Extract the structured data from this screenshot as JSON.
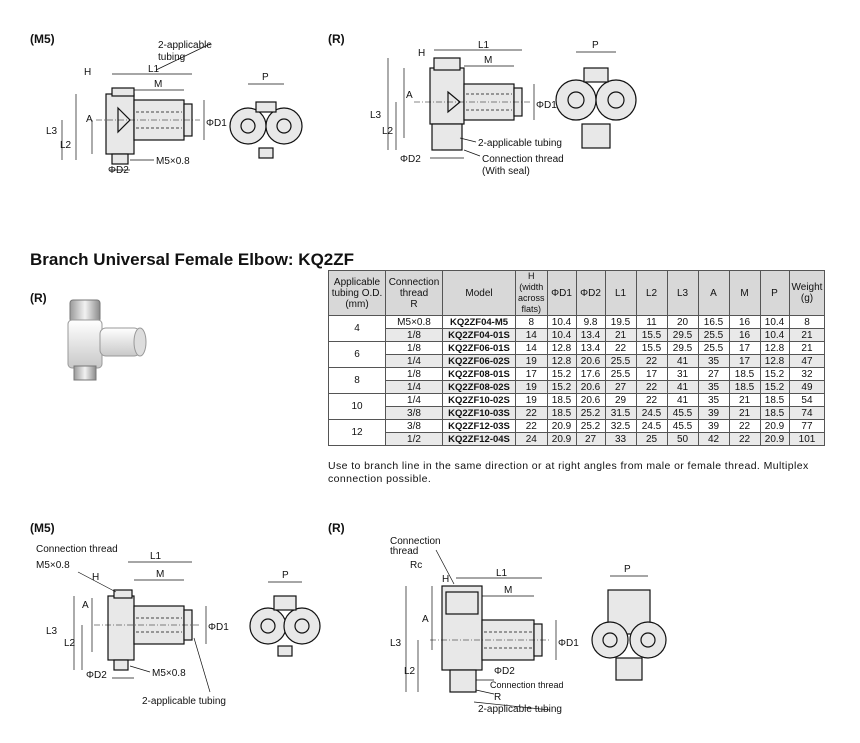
{
  "drawing_top_m5": {
    "tag": "(M5)",
    "labels": {
      "applicable": "2-applicable",
      "tubing": "tubing",
      "H": "H",
      "L1": "L1",
      "M": "M",
      "A": "A",
      "L3": "L3",
      "L2": "L2",
      "D1": "ΦD1",
      "D2": "ΦD2",
      "thread": "M5×0.8",
      "P": "P"
    }
  },
  "drawing_top_r": {
    "tag": "(R)",
    "labels": {
      "H": "H",
      "L1": "L1",
      "M": "M",
      "A": "A",
      "L3": "L3",
      "L2": "L2",
      "D1": "ΦD1",
      "D2": "ΦD2",
      "tubing": "2-applicable tubing",
      "conn": "Connection thread",
      "seal": "(With seal)",
      "P": "P"
    }
  },
  "section": {
    "title": "Branch Universal Female Elbow: KQ2ZF",
    "photo_tag": "(R)"
  },
  "table": {
    "headers": {
      "tubing": [
        "Applicable",
        "tubing O.D.",
        "(mm)"
      ],
      "thread": [
        "Connection",
        "thread",
        "R"
      ],
      "model": "Model",
      "h": [
        "H",
        "(width",
        "across",
        "flats)"
      ],
      "d1": "ΦD1",
      "d2": "ΦD2",
      "l1": "L1",
      "l2": "L2",
      "l3": "L3",
      "a": "A",
      "m": "M",
      "p": "P",
      "weight": [
        "Weight",
        "(g)"
      ]
    },
    "groups": [
      {
        "tubing": "4",
        "rows": [
          [
            "M5×0.8",
            "KQ2ZF04-M5",
            "8",
            "10.4",
            "9.8",
            "19.5",
            "11",
            "20",
            "16.5",
            "16",
            "10.4",
            "8"
          ],
          [
            "1/8",
            "KQ2ZF04-01S",
            "14",
            "10.4",
            "13.4",
            "21",
            "15.5",
            "29.5",
            "25.5",
            "16",
            "10.4",
            "21"
          ]
        ]
      },
      {
        "tubing": "6",
        "rows": [
          [
            "1/8",
            "KQ2ZF06-01S",
            "14",
            "12.8",
            "13.4",
            "22",
            "15.5",
            "29.5",
            "25.5",
            "17",
            "12.8",
            "21"
          ],
          [
            "1/4",
            "KQ2ZF06-02S",
            "19",
            "12.8",
            "20.6",
            "25.5",
            "22",
            "41",
            "35",
            "17",
            "12.8",
            "47"
          ]
        ]
      },
      {
        "tubing": "8",
        "rows": [
          [
            "1/8",
            "KQ2ZF08-01S",
            "17",
            "15.2",
            "17.6",
            "25.5",
            "17",
            "31",
            "27",
            "18.5",
            "15.2",
            "32"
          ],
          [
            "1/4",
            "KQ2ZF08-02S",
            "19",
            "15.2",
            "20.6",
            "27",
            "22",
            "41",
            "35",
            "18.5",
            "15.2",
            "49"
          ]
        ]
      },
      {
        "tubing": "10",
        "rows": [
          [
            "1/4",
            "KQ2ZF10-02S",
            "19",
            "18.5",
            "20.6",
            "29",
            "22",
            "41",
            "35",
            "21",
            "18.5",
            "54"
          ],
          [
            "3/8",
            "KQ2ZF10-03S",
            "22",
            "18.5",
            "25.2",
            "31.5",
            "24.5",
            "45.5",
            "39",
            "21",
            "18.5",
            "74"
          ]
        ]
      },
      {
        "tubing": "12",
        "rows": [
          [
            "3/8",
            "KQ2ZF12-03S",
            "22",
            "20.9",
            "25.2",
            "32.5",
            "24.5",
            "45.5",
            "39",
            "22",
            "20.9",
            "77"
          ],
          [
            "1/2",
            "KQ2ZF12-04S",
            "24",
            "20.9",
            "27",
            "33",
            "25",
            "50",
            "42",
            "22",
            "20.9",
            "101"
          ]
        ]
      }
    ]
  },
  "note": "Use to branch line in the same direction or at right angles from male or female thread. Multiplex connection possible.",
  "drawing_bottom_m5": {
    "tag": "(M5)",
    "labels": {
      "conn": "Connection thread",
      "thread_top": "M5×0.8",
      "H": "H",
      "L1": "L1",
      "M": "M",
      "A": "A",
      "L3": "L3",
      "L2": "L2",
      "D1": "ΦD1",
      "D2": "ΦD2",
      "thread": "M5×0.8",
      "tubing": "2-applicable tubing",
      "P": "P"
    }
  },
  "drawing_bottom_r": {
    "tag": "(R)",
    "labels": {
      "conn1": "Connection",
      "conn2": "thread",
      "rc": "Rc",
      "H": "H",
      "L1": "L1",
      "M": "M",
      "A": "A",
      "L3": "L3",
      "L2": "L2",
      "D1": "ΦD1",
      "D2": "ΦD2",
      "thread": "Connection thread",
      "R": "R",
      "tubing": "2-applicable tubing",
      "P": "P"
    }
  }
}
